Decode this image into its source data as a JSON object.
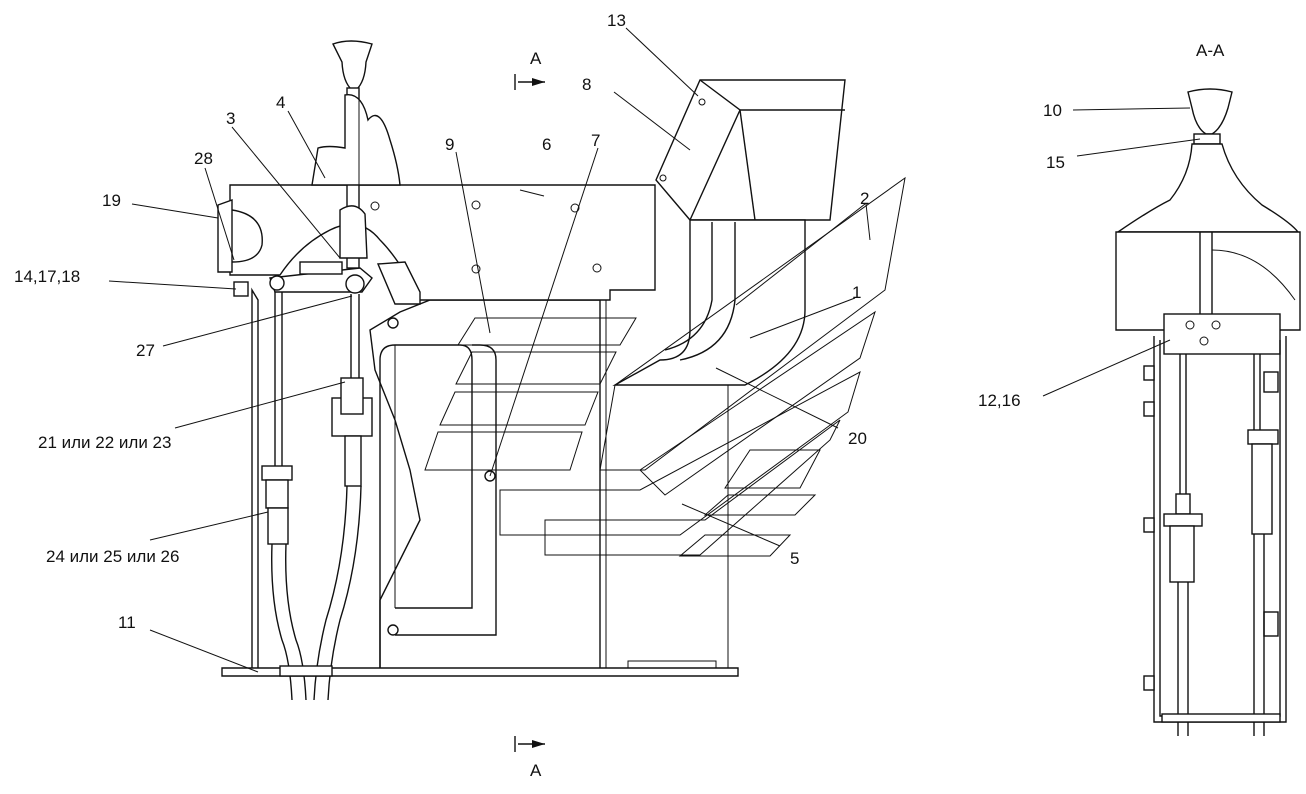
{
  "section_marks": {
    "top": "А",
    "bottom": "А",
    "view_title": "А-А"
  },
  "callouts": {
    "c1": "1",
    "c2": "2",
    "c3": "3",
    "c4": "4",
    "c5": "5",
    "c6": "6",
    "c7": "7",
    "c8": "8",
    "c9": "9",
    "c10": "10",
    "c11": "11",
    "c12_16": "12,16",
    "c13": "13",
    "c14_17_18": "14,17,18",
    "c15": "15",
    "c19": "19",
    "c20": "20",
    "c21_23": "21 или 22 или 23",
    "c24_26": "24 или 25 или 26",
    "c27": "27",
    "c28": "28"
  }
}
